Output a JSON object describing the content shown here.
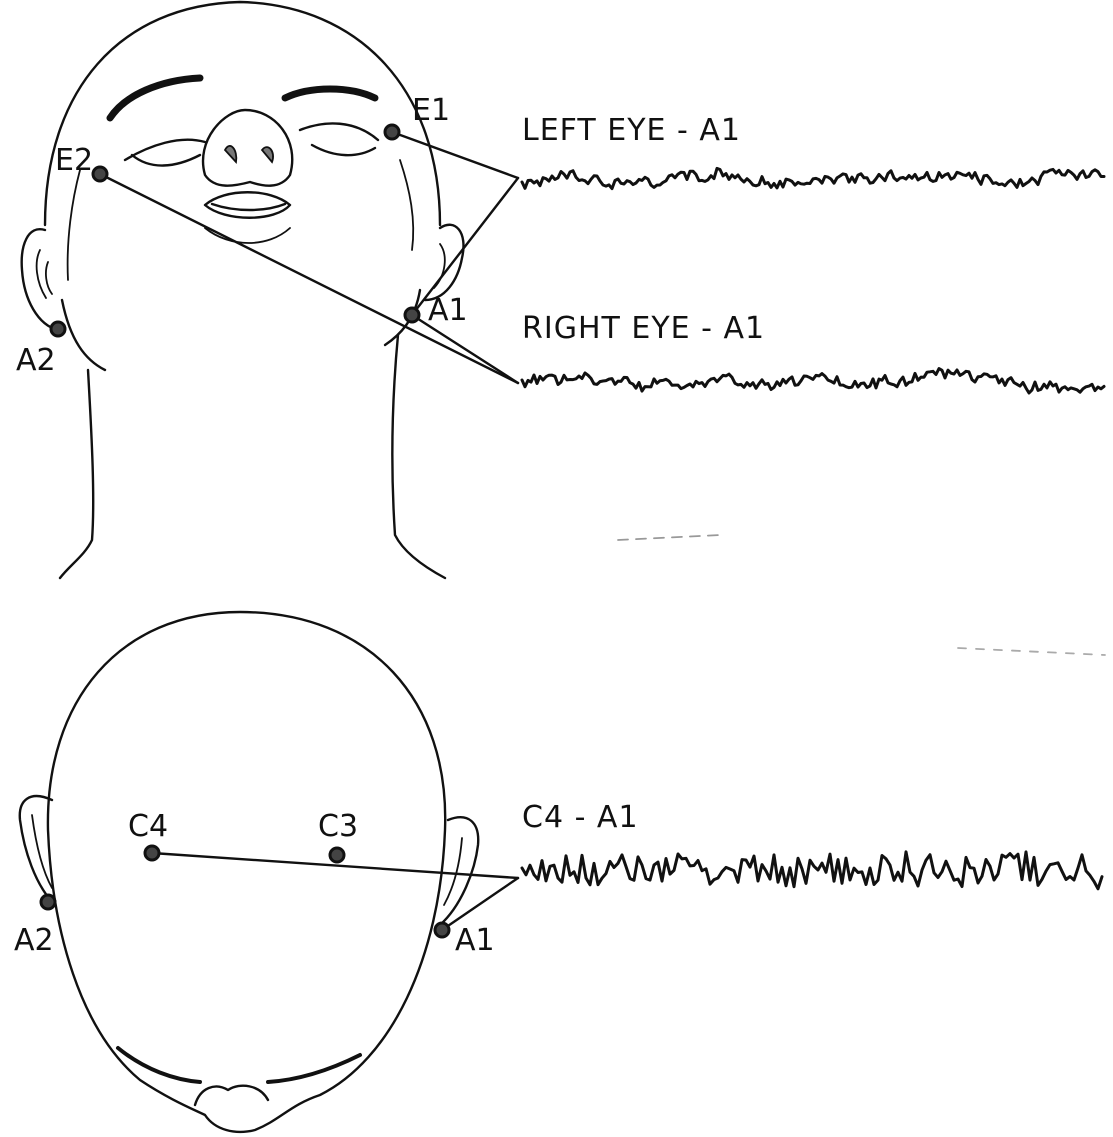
{
  "face_view": {
    "electrodes": {
      "e1": "E1",
      "e2": "E2",
      "a1": "A1",
      "a2": "A2"
    },
    "traces": {
      "left_eye": "LEFT EYE - A1",
      "right_eye": "RIGHT EYE - A1"
    }
  },
  "top_view": {
    "electrodes": {
      "c4": "C4",
      "c3": "C3",
      "a1": "A1",
      "a2": "A2"
    },
    "traces": {
      "c4_a1": "C4 - A1"
    }
  }
}
